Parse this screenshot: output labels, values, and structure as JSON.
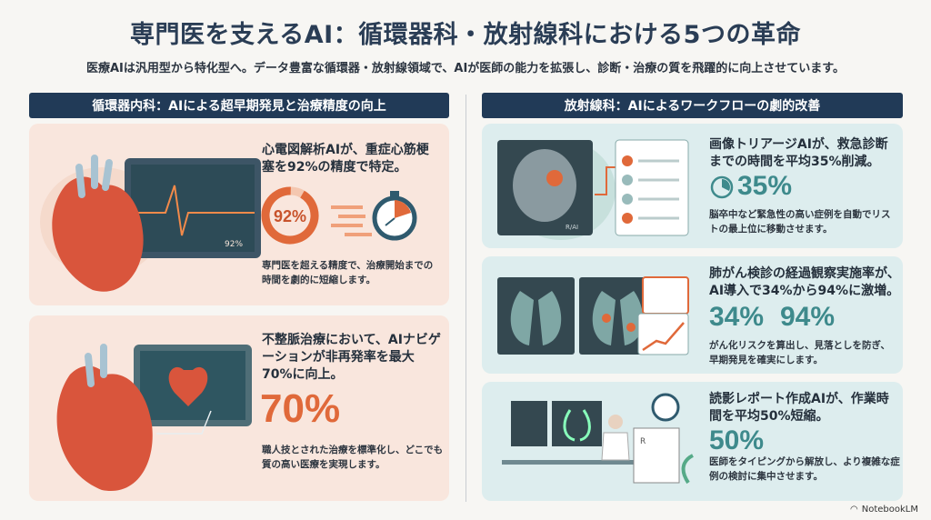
{
  "title": "専門医を支えるAI：循環器科・放射線科における5つの革命",
  "subtitle": "医療AIは汎用型から特化型へ。データ豊富な循環器・放射線領域で、AIが医師の能力を拡張し、診断・治療の質を飛躍的に向上させています。",
  "left": {
    "header": "循環器内科：AIによる超早期発見と治療精度の向上",
    "cards": [
      {
        "heading": "心電図解析AIが、重症心筋梗塞を92%の精度で特定。",
        "stat": "92%",
        "stat_value": 92,
        "monitor_label": "92%",
        "body": "専門医を超える精度で、治療開始までの時間を劇的に短縮します。"
      },
      {
        "heading": "不整脈治療において、AIナビゲーションが非再発率を最大70%に向上。",
        "stat": "70%",
        "body": "職人技とされた治療を標準化し、どこでも質の高い医療を実現します。"
      }
    ]
  },
  "right": {
    "header": "放射線科：AIによるワークフローの劇的改善",
    "cards": [
      {
        "heading": "画像トリアージAIが、救急診断までの時間を平均35%削減。",
        "stat": "35%",
        "image_label": "R/AI",
        "body": "脳卒中など緊急性の高い症例を自動でリストの最上位に移動させます。"
      },
      {
        "heading": "肺がん検診の経過観察実施率が、AI導入で34%から94%に激増。",
        "stat_before": "34%",
        "stat_after": "94%",
        "body": "がん化リスクを算出し、見落としを防ぎ、早期発見を確実にします。"
      },
      {
        "heading": "読影レポート作成AIが、作業時間を平均50%短縮。",
        "stat": "50%",
        "report_label": "R",
        "body": "医師をタイピングから解放し、より複雑な症例の検討に集中させます。"
      }
    ]
  },
  "footer": {
    "brand": "NotebookLM"
  },
  "colors": {
    "navy": "#213a57",
    "orange": "#e0693a",
    "teal": "#3e8a8c",
    "left_card": "#f9e6dd",
    "right_card": "#ddedee"
  }
}
